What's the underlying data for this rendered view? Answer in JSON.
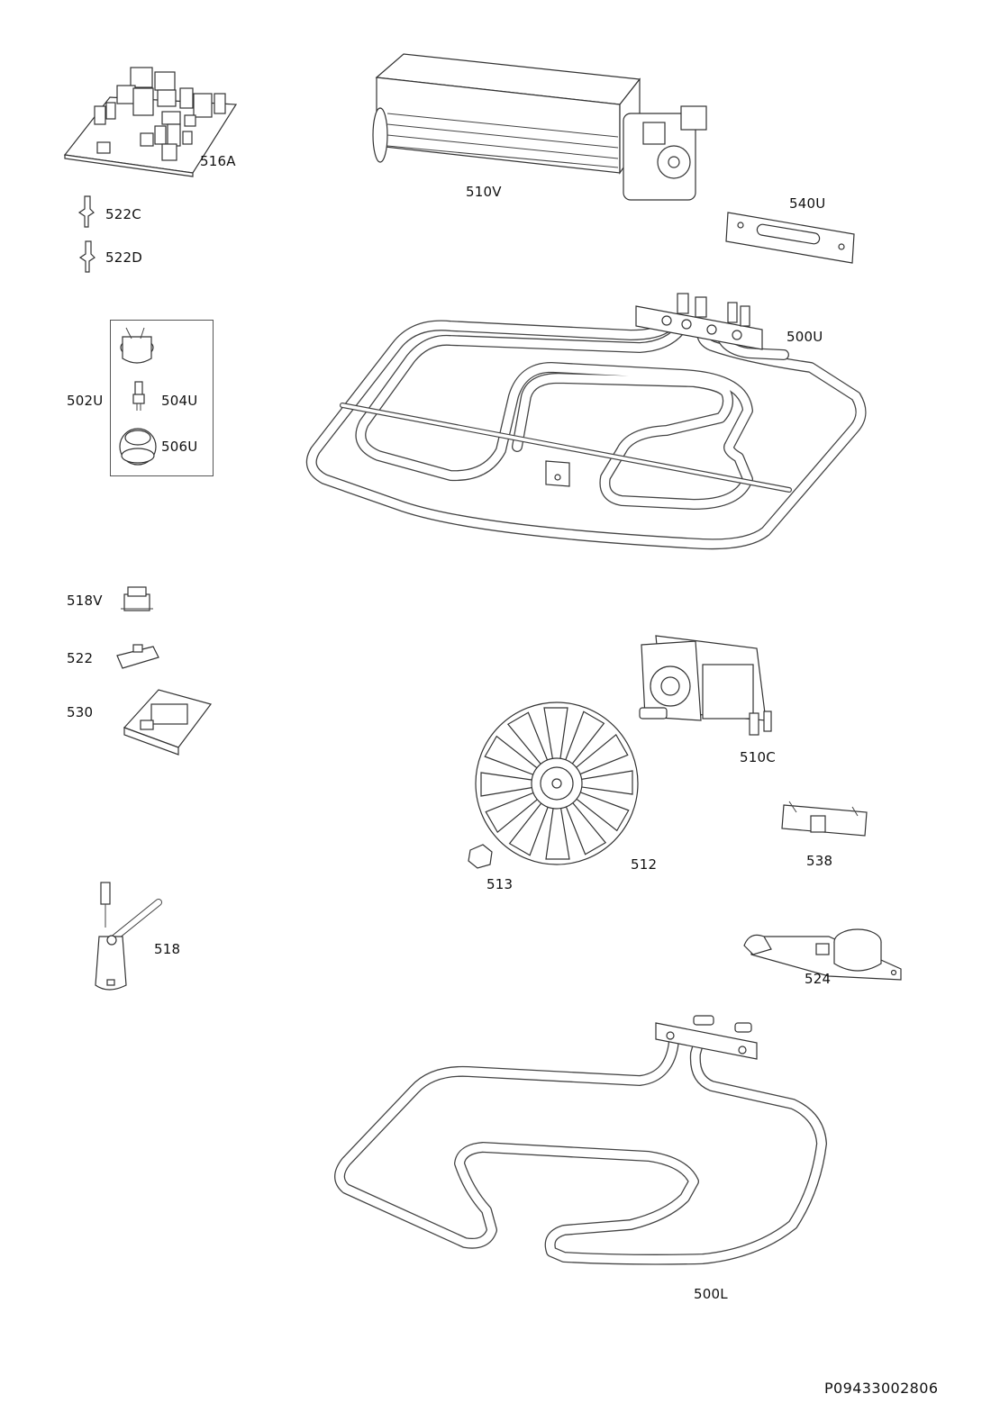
{
  "labels": {
    "p516A": "516A",
    "p522C": "522C",
    "p522D": "522D",
    "p502U": "502U",
    "p504U": "504U",
    "p506U": "506U",
    "p518V": "518V",
    "p522": "522",
    "p530": "530",
    "p518": "518",
    "p510V": "510V",
    "p540U": "540U",
    "p500U": "500U",
    "p510C": "510C",
    "p512": "512",
    "p513": "513",
    "p538": "538",
    "p524": "524",
    "p500L": "500L"
  },
  "document_code": "P09433002806"
}
